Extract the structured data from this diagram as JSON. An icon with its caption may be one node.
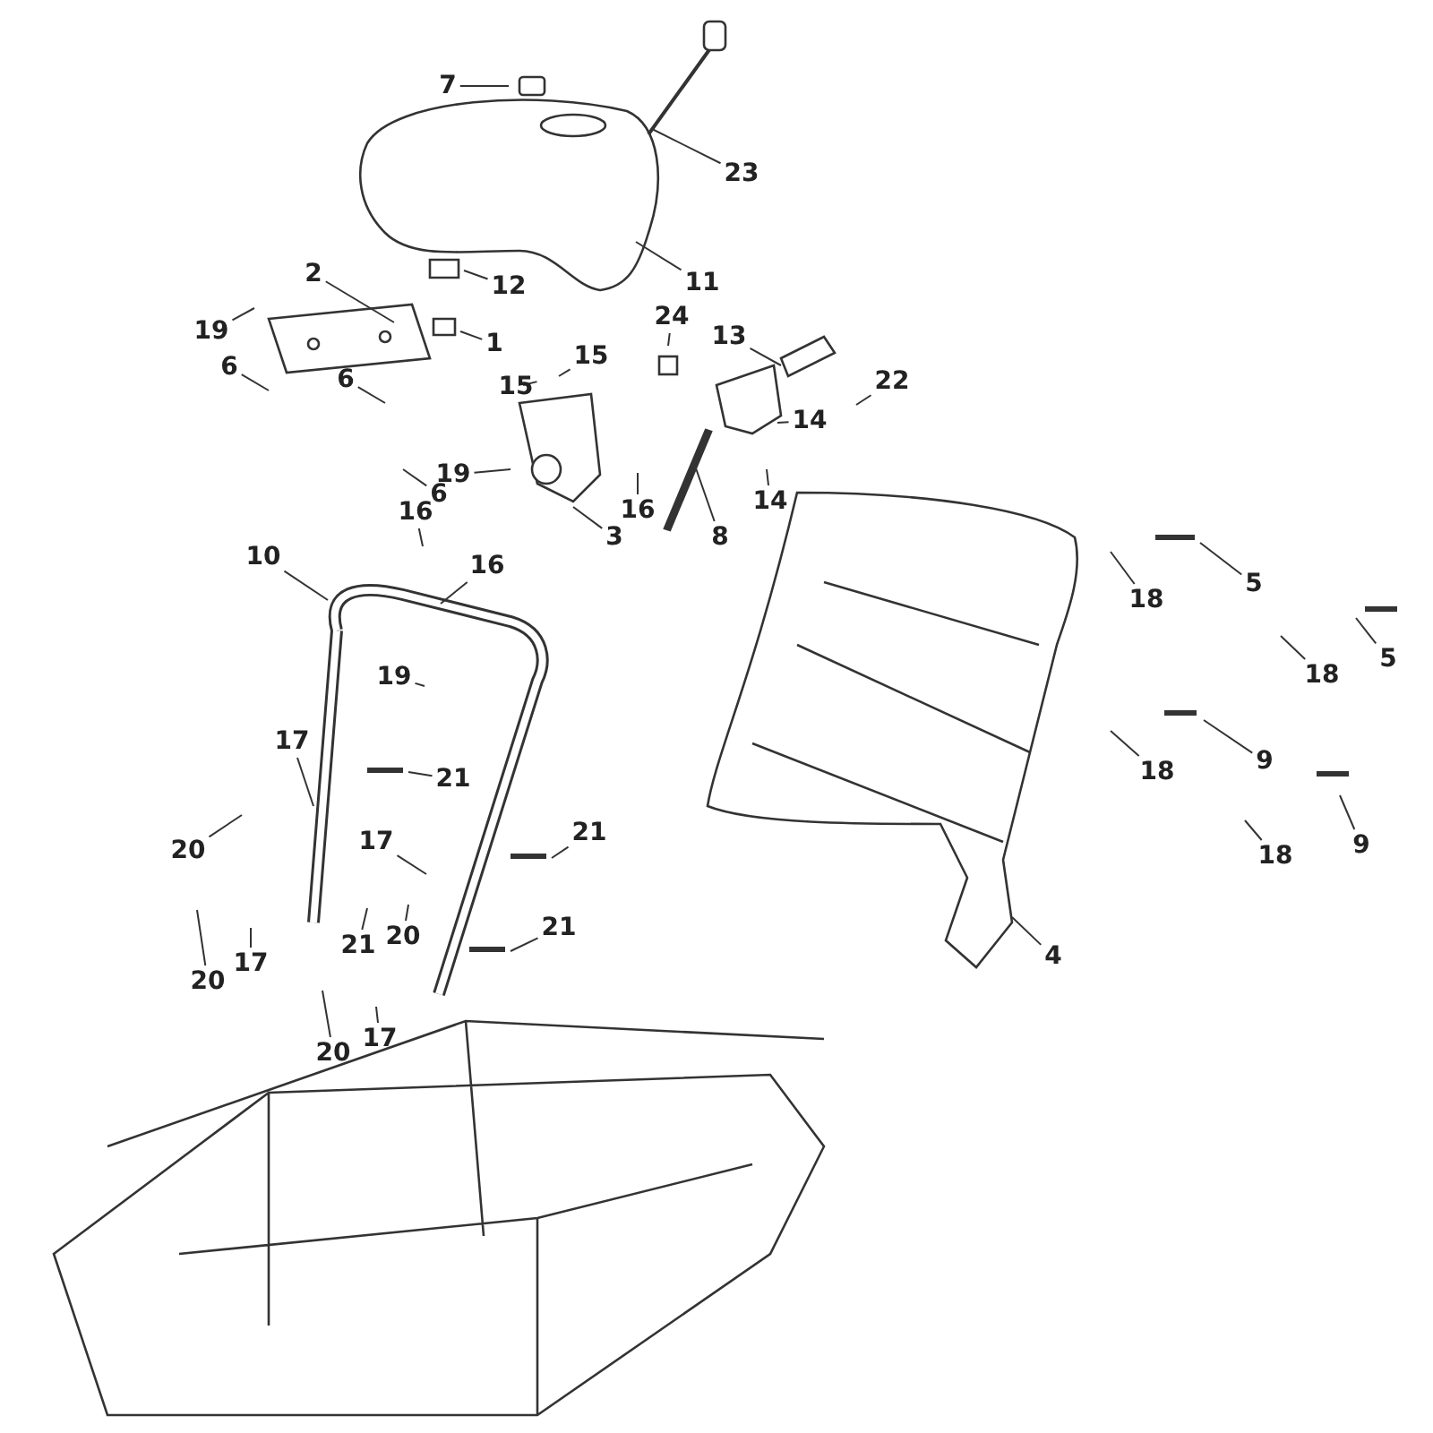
{
  "diagram": {
    "nodes": [
      {
        "text": [
          "7"
        ]
      },
      {
        "text": [
          "23"
        ]
      },
      {
        "text": [
          "11"
        ]
      },
      {
        "text": [
          "12"
        ]
      },
      {
        "text": [
          "2"
        ]
      },
      {
        "text": [
          "1"
        ]
      },
      {
        "text": [
          "19"
        ]
      },
      {
        "text": [
          "6"
        ]
      },
      {
        "text": [
          "6"
        ]
      },
      {
        "text": [
          "15"
        ]
      },
      {
        "text": [
          "15"
        ]
      },
      {
        "text": [
          "24"
        ]
      },
      {
        "text": [
          "13"
        ]
      },
      {
        "text": [
          "22"
        ]
      },
      {
        "text": [
          "14"
        ]
      },
      {
        "text": [
          "14"
        ]
      },
      {
        "text": [
          "19"
        ]
      },
      {
        "text": [
          "16"
        ]
      },
      {
        "text": [
          "3"
        ]
      },
      {
        "text": [
          "8"
        ]
      },
      {
        "text": [
          "6"
        ]
      },
      {
        "text": [
          "16"
        ]
      },
      {
        "text": [
          "10"
        ]
      },
      {
        "text": [
          "16"
        ]
      },
      {
        "text": [
          "18"
        ]
      },
      {
        "text": [
          "5"
        ]
      },
      {
        "text": [
          "18"
        ]
      },
      {
        "text": [
          "5"
        ]
      },
      {
        "text": [
          "19"
        ]
      },
      {
        "text": [
          "9"
        ]
      },
      {
        "text": [
          "18"
        ]
      },
      {
        "text": [
          "17"
        ]
      },
      {
        "text": [
          "21"
        ]
      },
      {
        "text": [
          "20"
        ]
      },
      {
        "text": [
          "18"
        ]
      },
      {
        "text": [
          "9"
        ]
      },
      {
        "text": [
          "21"
        ]
      },
      {
        "text": [
          "17"
        ]
      },
      {
        "text": [
          "21"
        ]
      },
      {
        "text": [
          "20"
        ]
      },
      {
        "text": [
          "20"
        ]
      },
      {
        "text": [
          "17"
        ]
      },
      {
        "text": [
          "21"
        ]
      },
      {
        "text": [
          "20"
        ]
      },
      {
        "text": [
          "17"
        ]
      },
      {
        "text": [
          "4"
        ]
      }
    ],
    "edges": [
      {
        "from": 0,
        "to": null,
        "arrow": "none"
      },
      {
        "from": 1,
        "to": null,
        "arrow": "none"
      },
      {
        "from": 2,
        "to": null,
        "arrow": "none"
      },
      {
        "from": 3,
        "to": null,
        "arrow": "none"
      },
      {
        "from": 4,
        "to": null,
        "arrow": "none"
      },
      {
        "from": 5,
        "to": null,
        "arrow": "none"
      },
      {
        "from": 6,
        "to": null,
        "arrow": "none"
      },
      {
        "from": 7,
        "to": null,
        "arrow": "none"
      },
      {
        "from": 8,
        "to": null,
        "arrow": "none"
      },
      {
        "from": 9,
        "to": null,
        "arrow": "none"
      },
      {
        "from": 10,
        "to": null,
        "arrow": "none"
      },
      {
        "from": 11,
        "to": null,
        "arrow": "none"
      },
      {
        "from": 12,
        "to": null,
        "arrow": "none"
      },
      {
        "from": 13,
        "to": null,
        "arrow": "none"
      },
      {
        "from": 14,
        "to": null,
        "arrow": "none"
      },
      {
        "from": 15,
        "to": null,
        "arrow": "none"
      },
      {
        "from": 16,
        "to": null,
        "arrow": "none"
      },
      {
        "from": 17,
        "to": null,
        "arrow": "none"
      },
      {
        "from": 18,
        "to": null,
        "arrow": "none"
      },
      {
        "from": 19,
        "to": null,
        "arrow": "none"
      },
      {
        "from": 20,
        "to": null,
        "arrow": "none"
      },
      {
        "from": 21,
        "to": null,
        "arrow": "none"
      },
      {
        "from": 22,
        "to": null,
        "arrow": "none"
      },
      {
        "from": 23,
        "to": null,
        "arrow": "none"
      },
      {
        "from": 24,
        "to": null,
        "arrow": "none"
      },
      {
        "from": 25,
        "to": null,
        "arrow": "none"
      },
      {
        "from": 26,
        "to": null,
        "arrow": "none"
      },
      {
        "from": 27,
        "to": null,
        "arrow": "none"
      },
      {
        "from": 28,
        "to": null,
        "arrow": "none"
      },
      {
        "from": 29,
        "to": null,
        "arrow": "none"
      },
      {
        "from": 30,
        "to": null,
        "arrow": "none"
      },
      {
        "from": 31,
        "to": null,
        "arrow": "none"
      },
      {
        "from": 32,
        "to": null,
        "arrow": "none"
      },
      {
        "from": 33,
        "to": null,
        "arrow": "none"
      },
      {
        "from": 34,
        "to": null,
        "arrow": "none"
      },
      {
        "from": 35,
        "to": null,
        "arrow": "none"
      },
      {
        "from": 36,
        "to": null,
        "arrow": "none"
      },
      {
        "from": 37,
        "to": null,
        "arrow": "none"
      },
      {
        "from": 38,
        "to": null,
        "arrow": "none"
      },
      {
        "from": 39,
        "to": null,
        "arrow": "none"
      },
      {
        "from": 40,
        "to": null,
        "arrow": "none"
      },
      {
        "from": 41,
        "to": null,
        "arrow": "none"
      },
      {
        "from": 42,
        "to": null,
        "arrow": "none"
      },
      {
        "from": 43,
        "to": null,
        "arrow": "none"
      },
      {
        "from": 44,
        "to": null,
        "arrow": "none"
      },
      {
        "from": 45,
        "to": null,
        "arrow": "none"
      }
    ]
  }
}
